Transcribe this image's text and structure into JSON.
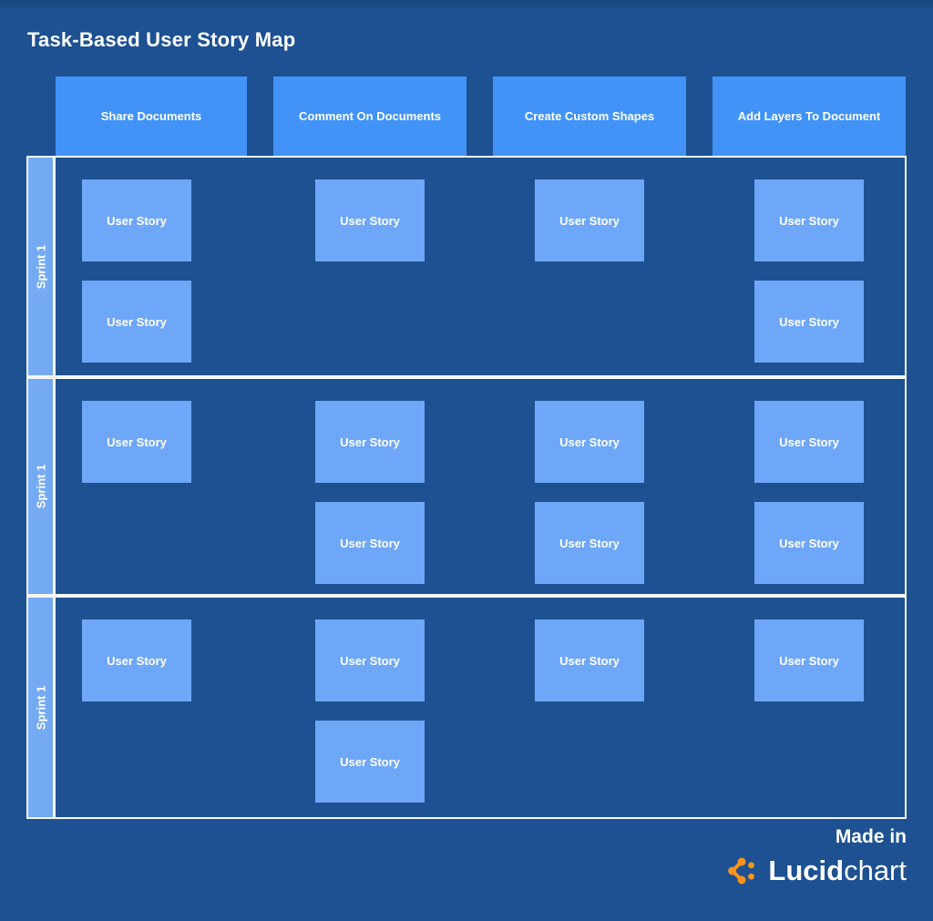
{
  "title": "Task-Based User Story Map",
  "columns": [
    {
      "label": "Share Documents"
    },
    {
      "label": "Comment On Documents"
    },
    {
      "label": "Create Custom Shapes"
    },
    {
      "label": "Add Layers To Document"
    }
  ],
  "sprints": [
    {
      "label": "Sprint 1",
      "cells": [
        [
          "User Story",
          "User Story"
        ],
        [
          "User Story"
        ],
        [
          "User Story"
        ],
        [
          "User Story",
          "User Story"
        ]
      ]
    },
    {
      "label": "Sprint 1",
      "cells": [
        [
          "User Story"
        ],
        [
          "User Story",
          "User Story"
        ],
        [
          "User Story",
          "User Story"
        ],
        [
          "User Story",
          "User Story"
        ]
      ]
    },
    {
      "label": "Sprint 1",
      "cells": [
        [
          "User Story"
        ],
        [
          "User Story",
          "User Story"
        ],
        [
          "User Story"
        ],
        [
          "User Story"
        ]
      ]
    }
  ],
  "footer": {
    "made_in": "Made in",
    "brand_bold": "Lucid",
    "brand_light": "chart"
  },
  "colors": {
    "background": "#1D5191",
    "header_blue": "#4193F7",
    "card_blue": "#6FA7F8",
    "strip_blue": "#74AAF4",
    "brand_orange": "#F7941E",
    "text": "#FFFFFF"
  }
}
